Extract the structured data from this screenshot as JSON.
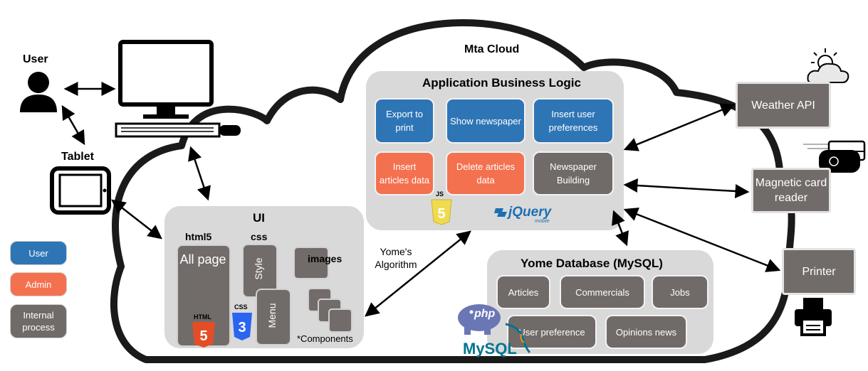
{
  "cloud": {
    "title": "Mta Cloud"
  },
  "actors": {
    "user": "User",
    "tablet": "Tablet"
  },
  "legend": {
    "user": "User",
    "admin": "Admin",
    "internal": "Internal process"
  },
  "logic": {
    "title": "Application Business Logic",
    "boxes": [
      {
        "label": "Export to print",
        "role": "user"
      },
      {
        "label": "Show newspaper",
        "role": "user"
      },
      {
        "label": "Insert user preferences",
        "role": "user"
      },
      {
        "label": "Insert articles data",
        "role": "admin"
      },
      {
        "label": "Delete articles data",
        "role": "admin"
      },
      {
        "label": "Newspaper Building",
        "role": "internal"
      }
    ],
    "js_badge": "JS",
    "jquery_logo": "jQuery",
    "jquery_sub": "mobile"
  },
  "ui": {
    "title": "UI",
    "html5": "html5",
    "css": "css",
    "all_page": "All page",
    "style": "Style",
    "menu": "Menu",
    "images": "images",
    "components": "*Components",
    "html_badge": "HTML",
    "css_badge": "CSS"
  },
  "algorithm": "Yome's Algorithm",
  "database": {
    "title": "Yome Database (MySQL)",
    "tables": [
      "Articles",
      "Commercials",
      "Jobs",
      "User preference",
      "Opinions news"
    ],
    "php_logo": "php",
    "mysql_logo": "MySQL"
  },
  "external": {
    "weather": "Weather API",
    "card": "Magnetic card reader",
    "printer": "Printer"
  },
  "colors": {
    "user": "#2e75b6",
    "admin": "#f4714f",
    "internal": "#706b68",
    "panel": "#d9d9d9"
  },
  "icons": [
    "user-icon",
    "monitor-icon",
    "keyboard-icon",
    "mouse-icon",
    "tablet-icon",
    "weather-icon",
    "card-reader-icon",
    "printer-icon",
    "html5-icon",
    "css3-icon",
    "js-icon",
    "php-icon",
    "mysql-icon"
  ]
}
